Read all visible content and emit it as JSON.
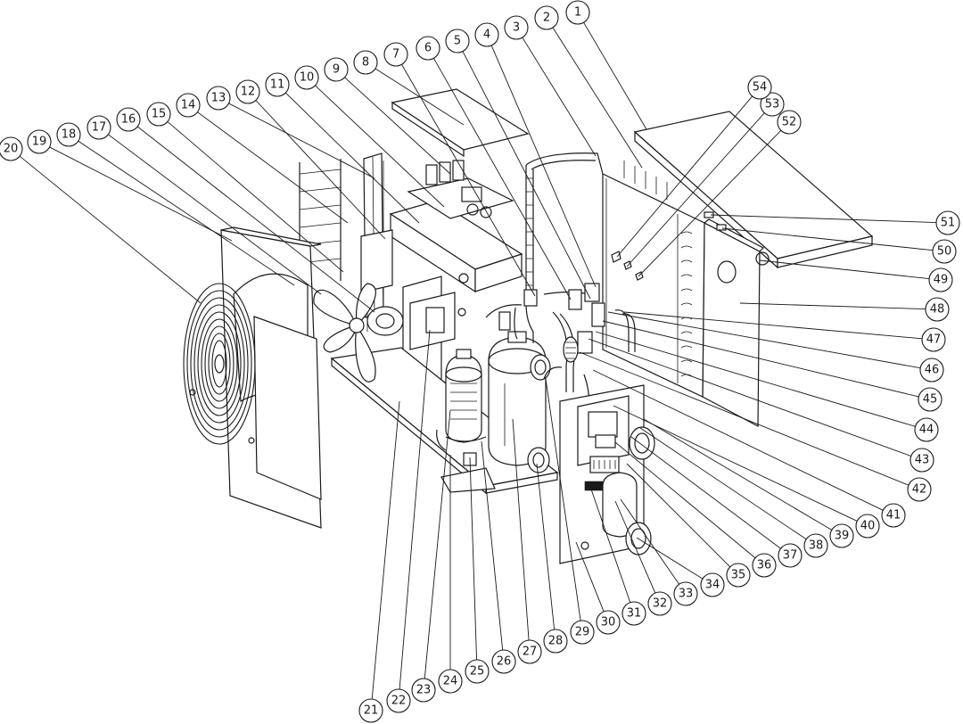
{
  "callouts": [
    {
      "label": "1"
    },
    {
      "label": "2"
    },
    {
      "label": "3"
    },
    {
      "label": "4"
    },
    {
      "label": "5"
    },
    {
      "label": "6"
    },
    {
      "label": "7"
    },
    {
      "label": "8"
    },
    {
      "label": "9"
    },
    {
      "label": "10"
    },
    {
      "label": "11"
    },
    {
      "label": "12"
    },
    {
      "label": "13"
    },
    {
      "label": "14"
    },
    {
      "label": "15"
    },
    {
      "label": "16"
    },
    {
      "label": "17"
    },
    {
      "label": "18"
    },
    {
      "label": "19"
    },
    {
      "label": "20"
    },
    {
      "label": "21"
    },
    {
      "label": "22"
    },
    {
      "label": "23"
    },
    {
      "label": "24"
    },
    {
      "label": "25"
    },
    {
      "label": "26"
    },
    {
      "label": "27"
    },
    {
      "label": "28"
    },
    {
      "label": "29"
    },
    {
      "label": "30"
    },
    {
      "label": "31"
    },
    {
      "label": "32"
    },
    {
      "label": "33"
    },
    {
      "label": "34"
    },
    {
      "label": "35"
    },
    {
      "label": "36"
    },
    {
      "label": "37"
    },
    {
      "label": "38"
    },
    {
      "label": "39"
    },
    {
      "label": "40"
    },
    {
      "label": "41"
    },
    {
      "label": "42"
    },
    {
      "label": "43"
    },
    {
      "label": "44"
    },
    {
      "label": "45"
    },
    {
      "label": "46"
    },
    {
      "label": "47"
    },
    {
      "label": "48"
    },
    {
      "label": "49"
    },
    {
      "label": "50"
    },
    {
      "label": "51"
    },
    {
      "label": "52"
    },
    {
      "label": "53"
    },
    {
      "label": "54"
    }
  ]
}
